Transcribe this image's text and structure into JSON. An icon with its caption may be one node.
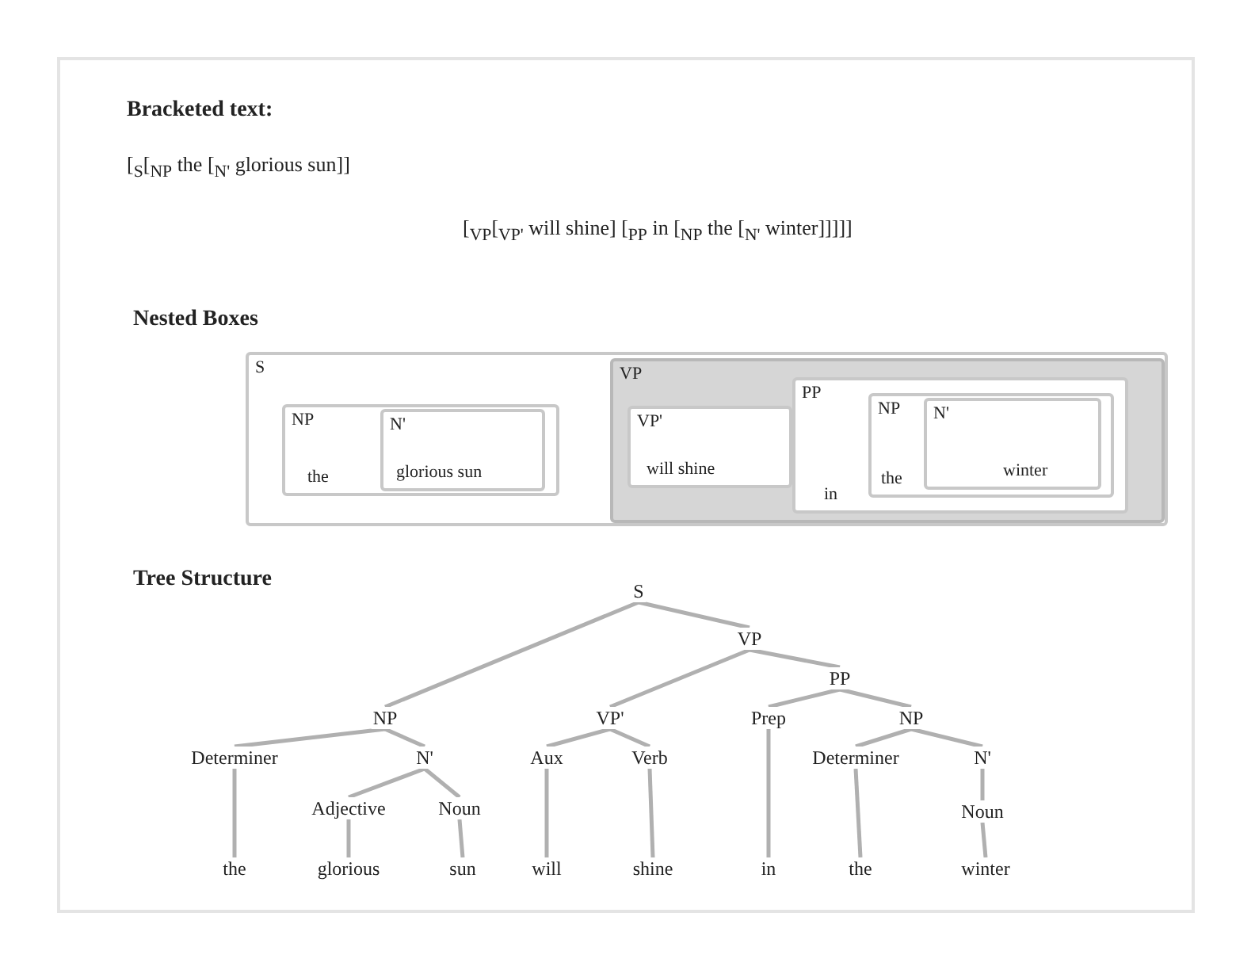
{
  "diagram": {
    "nodes": [
      {
        "text": [
          "S"
        ]
      },
      {
        "text": [
          "NP",
          "the"
        ],
        "in": 0
      },
      {
        "text": [
          "N'",
          "glorious sun"
        ],
        "in": 1
      },
      {
        "text": [
          "VP"
        ],
        "in": 0
      },
      {
        "text": [
          "VP'",
          "will shine"
        ],
        "in": 3
      },
      {
        "text": [
          "PP",
          "in"
        ],
        "in": 3
      },
      {
        "text": [
          "NP",
          "the"
        ],
        "in": 5
      },
      {
        "text": [
          "N'",
          "winter"
        ],
        "in": 6
      },
      {
        "text": [
          "S"
        ]
      },
      {
        "text": [
          "NP"
        ]
      },
      {
        "text": [
          "VP"
        ]
      },
      {
        "text": [
          "Determiner"
        ]
      },
      {
        "text": [
          "N'"
        ]
      },
      {
        "text": [
          "Adjective"
        ]
      },
      {
        "text": [
          "Noun"
        ]
      },
      {
        "text": [
          "the"
        ]
      },
      {
        "text": [
          "glorious"
        ]
      },
      {
        "text": [
          "sun"
        ]
      },
      {
        "text": [
          "VP'"
        ]
      },
      {
        "text": [
          "Aux"
        ]
      },
      {
        "text": [
          "Verb"
        ]
      },
      {
        "text": [
          "will"
        ]
      },
      {
        "text": [
          "shine"
        ]
      },
      {
        "text": [
          "PP"
        ]
      },
      {
        "text": [
          "Prep"
        ]
      },
      {
        "text": [
          "in"
        ]
      },
      {
        "text": [
          "NP"
        ]
      },
      {
        "text": [
          "Determiner"
        ]
      },
      {
        "text": [
          "the"
        ]
      },
      {
        "text": [
          "N'"
        ]
      },
      {
        "text": [
          "Noun"
        ]
      },
      {
        "text": [
          "winter"
        ]
      }
    ],
    "edges": [
      {
        "from": 8,
        "to": 9,
        "arrow": "none"
      },
      {
        "from": 8,
        "to": 10,
        "arrow": "none"
      },
      {
        "from": 9,
        "to": 11,
        "arrow": "none"
      },
      {
        "from": 9,
        "to": 12,
        "arrow": "none"
      },
      {
        "from": 11,
        "to": 15,
        "arrow": "none"
      },
      {
        "from": 12,
        "to": 13,
        "arrow": "none"
      },
      {
        "from": 12,
        "to": 14,
        "arrow": "none"
      },
      {
        "from": 13,
        "to": 16,
        "arrow": "none"
      },
      {
        "from": 14,
        "to": 17,
        "arrow": "none"
      },
      {
        "from": 10,
        "to": 18,
        "arrow": "none"
      },
      {
        "from": 10,
        "to": 23,
        "arrow": "none"
      },
      {
        "from": 18,
        "to": 19,
        "arrow": "none"
      },
      {
        "from": 18,
        "to": 20,
        "arrow": "none"
      },
      {
        "from": 19,
        "to": 21,
        "arrow": "none"
      },
      {
        "from": 20,
        "to": 22,
        "arrow": "none"
      },
      {
        "from": 23,
        "to": 24,
        "arrow": "none"
      },
      {
        "from": 23,
        "to": 26,
        "arrow": "none"
      },
      {
        "from": 24,
        "to": 25,
        "arrow": "none"
      },
      {
        "from": 26,
        "to": 27,
        "arrow": "none"
      },
      {
        "from": 26,
        "to": 29,
        "arrow": "none"
      },
      {
        "from": 27,
        "to": 28,
        "arrow": "none"
      },
      {
        "from": 29,
        "to": 30,
        "arrow": "none"
      },
      {
        "from": 30,
        "to": 31,
        "arrow": "none"
      }
    ],
    "labels": [
      "Bracketed text:",
      "[$_{S}$[$_{NP}$ the [$_{N'}$ glorious sun]]",
      "[$_{VP}$[$_{VP'}$ will shine] [$_{PP}$ in [$_{NP}$ the [$_{N'}$ winter]]]]]",
      "Nested Boxes",
      "Tree Structure"
    ]
  }
}
